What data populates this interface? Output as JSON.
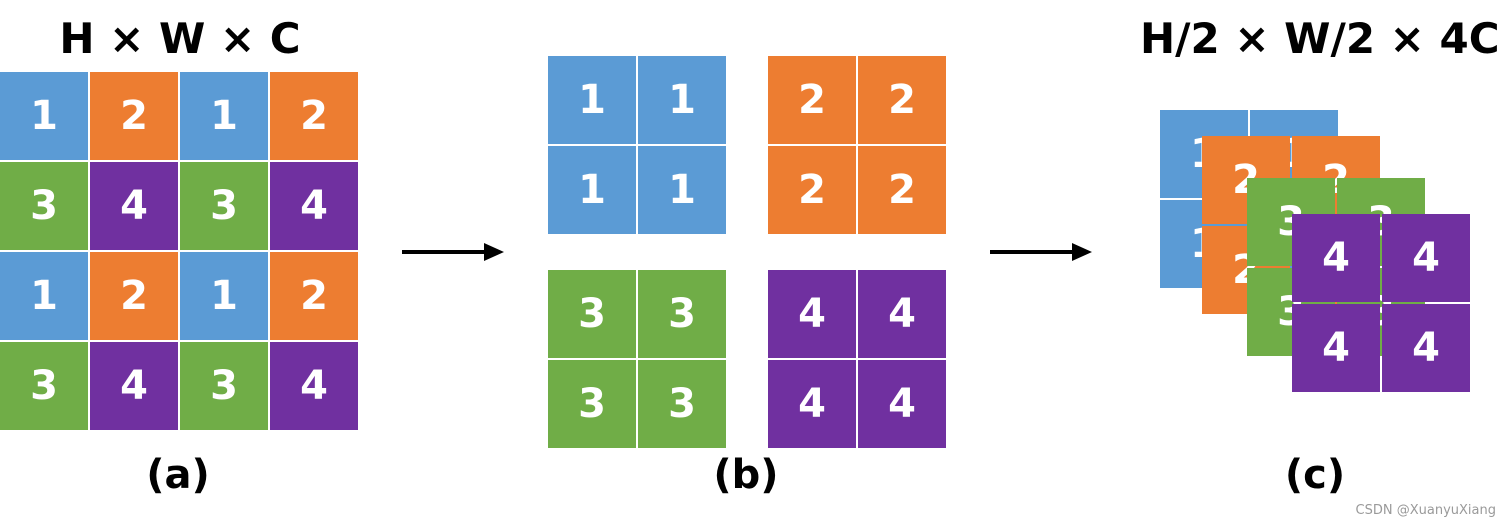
{
  "colors": {
    "c1": "#5b9bd5",
    "c2": "#ed7d31",
    "c3": "#70ad47",
    "c4": "#7030a0"
  },
  "panel_a": {
    "title": "H × W × C",
    "caption": "(a)",
    "rows": [
      [
        "1",
        "2",
        "1",
        "2"
      ],
      [
        "3",
        "4",
        "3",
        "4"
      ],
      [
        "1",
        "2",
        "1",
        "2"
      ],
      [
        "3",
        "4",
        "3",
        "4"
      ]
    ]
  },
  "panel_b": {
    "caption": "(b)",
    "groups": [
      {
        "value": "1"
      },
      {
        "value": "2"
      },
      {
        "value": "3"
      },
      {
        "value": "4"
      }
    ]
  },
  "panel_c": {
    "title": "H/2 × W/2 × 4C",
    "caption": "(c)",
    "layers": [
      "1",
      "2",
      "3",
      "4"
    ]
  },
  "watermark": "CSDN @XuanyuXiang"
}
